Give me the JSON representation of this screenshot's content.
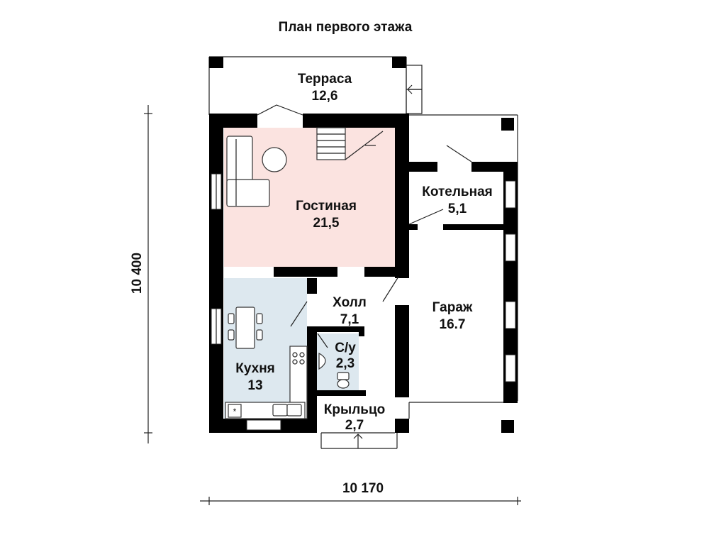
{
  "title": "План первого этажа",
  "dimensions": {
    "height": "10 400",
    "width": "10 170"
  },
  "rooms": [
    {
      "id": "terrace",
      "name": "Терраса",
      "area": "12,6"
    },
    {
      "id": "living",
      "name": "Гостиная",
      "area": "21,5"
    },
    {
      "id": "boiler",
      "name": "Котельная",
      "area": "5,1"
    },
    {
      "id": "hall",
      "name": "Холл",
      "area": "7,1"
    },
    {
      "id": "garage",
      "name": "Гараж",
      "area": "16.7"
    },
    {
      "id": "bathroom",
      "name": "С/у",
      "area": "2,3"
    },
    {
      "id": "kitchen",
      "name": "Кухня",
      "area": "13"
    },
    {
      "id": "porch",
      "name": "Крыльцо",
      "area": "2,7"
    }
  ],
  "colors": {
    "living": "#fbe3e0",
    "kitchen": "#dde8ef",
    "bathroom": "#dde8ef",
    "wall": "#000000"
  }
}
